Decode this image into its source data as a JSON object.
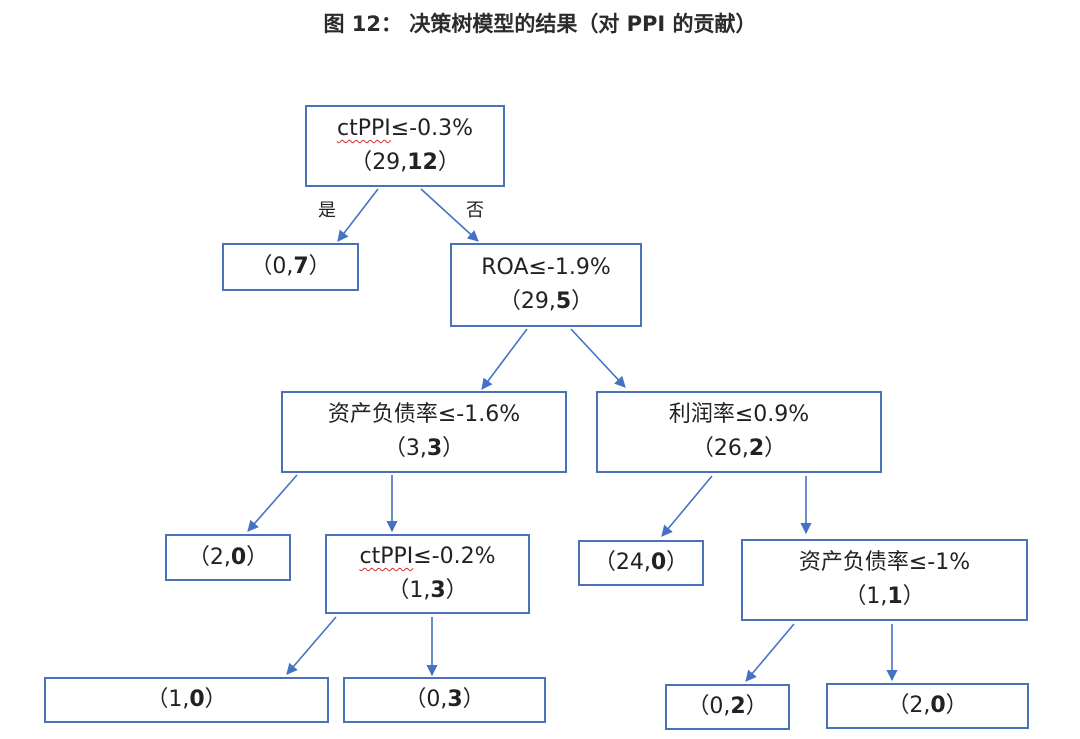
{
  "title": "图 12： 决策树模型的结果（对 PPI 的贡献）",
  "colors": {
    "edge": "#4472c4",
    "border": "#4a72b8"
  },
  "edge_labels": {
    "yes": "是",
    "no": "否"
  },
  "nodes": {
    "root": {
      "cond_var": "ctPPI",
      "cond_op": "≤-0.3%",
      "paren_open": "（",
      "n1": "29",
      "sep": ",",
      "n2": "12",
      "paren_close": "）"
    },
    "left1": {
      "paren_open": "（",
      "n1": "0",
      "sep": ",",
      "n2": "7",
      "paren_close": "）"
    },
    "roa": {
      "cond_var": "ROA",
      "cond_op": "≤-1.9%",
      "paren_open": "（",
      "n1": "29",
      "sep": ",",
      "n2": "5",
      "paren_close": "）"
    },
    "debt1": {
      "cond_var": "资产负债率",
      "cond_op": "≤-1.6%",
      "paren_open": "（",
      "n1": "3",
      "sep": ",",
      "n2": "3",
      "paren_close": "）"
    },
    "profit": {
      "cond_var": "利润率",
      "cond_op": "≤0.9%",
      "paren_open": "（",
      "n1": "26",
      "sep": ",",
      "n2": "2",
      "paren_close": "）"
    },
    "leaf20a": {
      "paren_open": "（",
      "n1": "2",
      "sep": ",",
      "n2": "0",
      "paren_close": "）"
    },
    "ctppi2": {
      "cond_var": "ctPPI",
      "cond_op": "≤-0.2%",
      "paren_open": "（",
      "n1": "1",
      "sep": ",",
      "n2": "3",
      "paren_close": "）"
    },
    "leaf240": {
      "paren_open": "（",
      "n1": "24",
      "sep": ",",
      "n2": "0",
      "paren_close": "）"
    },
    "debt2": {
      "cond_var": "资产负债率",
      "cond_op": "≤-1%",
      "paren_open": "（",
      "n1": "1",
      "sep": ",",
      "n2": "1",
      "paren_close": "）"
    },
    "leaf10": {
      "paren_open": "（",
      "n1": "1",
      "sep": ",",
      "n2": "0",
      "paren_close": "）"
    },
    "leaf03": {
      "paren_open": "（",
      "n1": "0",
      "sep": ",",
      "n2": "3",
      "paren_close": "）"
    },
    "leaf02": {
      "paren_open": "（",
      "n1": "0",
      "sep": ",",
      "n2": "2",
      "paren_close": "）"
    },
    "leaf20b": {
      "paren_open": "（",
      "n1": "2",
      "sep": ",",
      "n2": "0",
      "paren_close": "）"
    }
  }
}
